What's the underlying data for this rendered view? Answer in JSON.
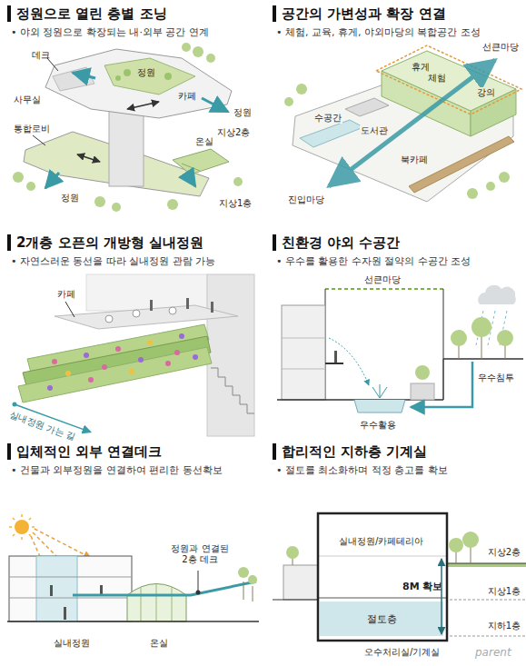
{
  "diagram": {
    "nodes": [
      {
        "text": [
          "정원으로 열린 층별 조닝",
          "• 야외 정원으로 확장되는 내·외부 공간 연계"
        ]
      },
      {
        "text": [
          "공간의 가변성과 확장 연결",
          "• 체험, 교육, 휴게, 야외마당의 복합공간 조성"
        ]
      },
      {
        "text": [
          "2개층 오픈의 개방형 실내정원",
          "• 자연스러운 동선을 따라 실내정원 관람 가능"
        ]
      },
      {
        "text": [
          "친환경 야외 수공간",
          "• 우수를 활용한 수자원 절약의 수공간 조성"
        ]
      },
      {
        "text": [
          "입체적인 외부 연결데크",
          "• 건물과 외부정원을 연결하여 편리한 동선확보"
        ]
      },
      {
        "text": [
          "합리적인 지하층 기계실",
          "• 절토를 최소화하며 적정 층고를 확보"
        ]
      },
      {
        "text": [
          "절토층"
        ],
        "in": 5
      }
    ],
    "labels": [
      "데크",
      "사무실",
      "정원",
      "카페",
      "정원",
      "지상2층",
      "통합로비",
      "온실",
      "정원",
      "지상1층",
      "휴게",
      "선큰마당",
      "체험",
      "강의",
      "수공간",
      "도서관",
      "북카페",
      "진입마당",
      "카페",
      "실내정원 가는 길",
      "선큰마당",
      "우수침투",
      "우수활용",
      "정원과 연결된 2층 데크",
      "실내정원",
      "온실",
      "실내정원/카페테리아",
      "지상2층",
      "8M 확보",
      "지상1층",
      "지하1층",
      "오수처리실/기계실",
      "parent"
    ]
  }
}
